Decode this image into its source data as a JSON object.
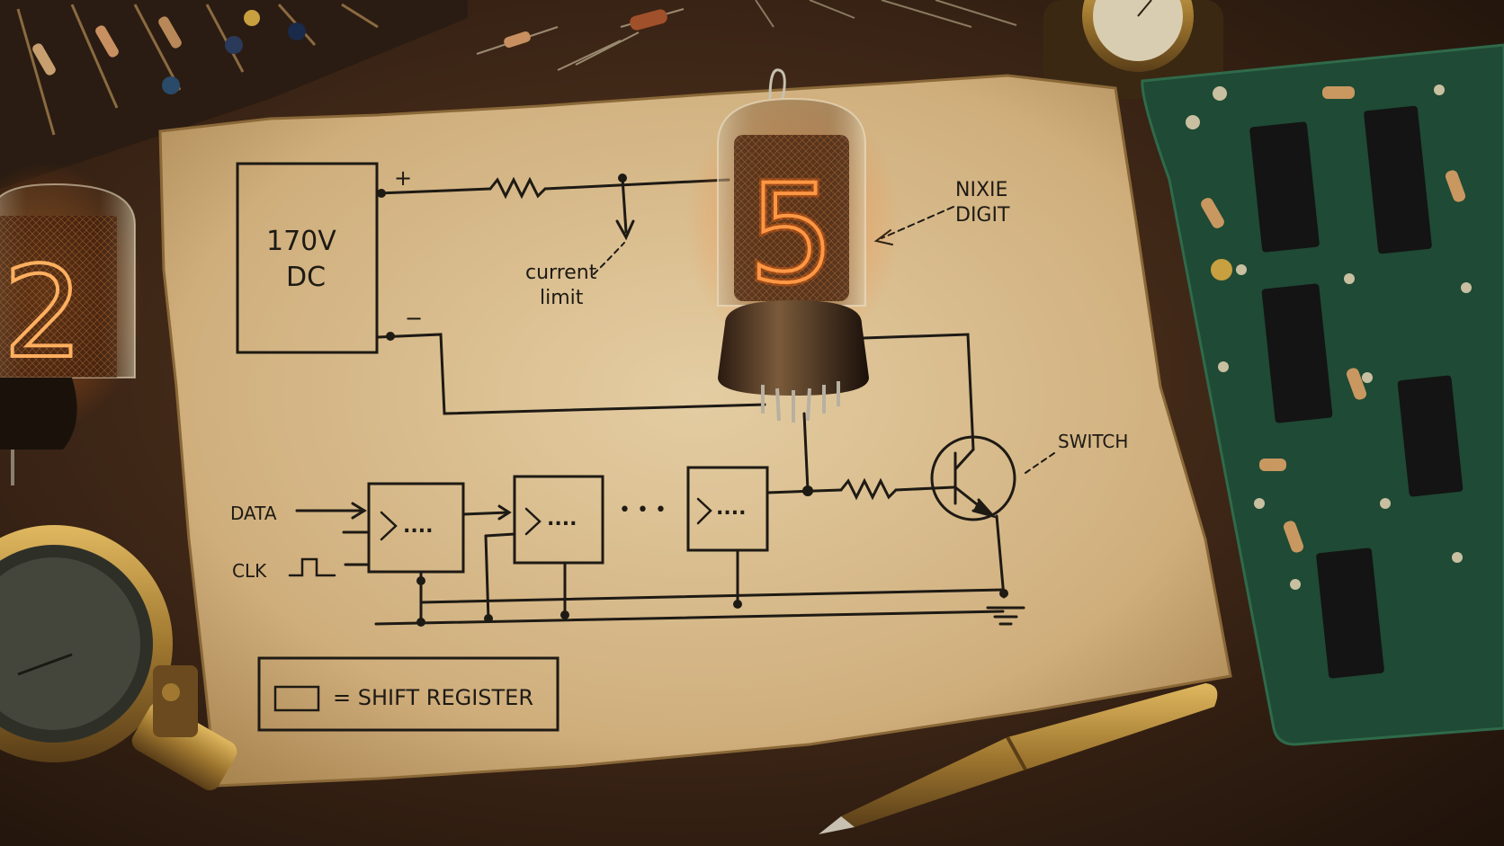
{
  "schematic": {
    "supply_voltage": "170V",
    "supply_type": "DC",
    "plus_sign": "+",
    "minus_sign": "−",
    "current_limit_line1": "current",
    "current_limit_line2": "limit",
    "nixie_label_line1": "NIXIE",
    "nixie_label_line2": "DIGIT",
    "switch_label": "SWITCH",
    "data_label": "DATA",
    "clk_label": "CLK",
    "register_dots": "....",
    "chain_dots": "• • •",
    "legend_text": "= SHIFT REGISTER"
  },
  "tubes": {
    "main_digit": "5",
    "side_digit": "2",
    "glow_color": "#ff7a1a"
  },
  "colors": {
    "paper": "#d9bf92",
    "ink": "#1e1a14",
    "pcb": "#1f4a35",
    "brass": "#b48a3c",
    "wood": "#3a2415"
  }
}
